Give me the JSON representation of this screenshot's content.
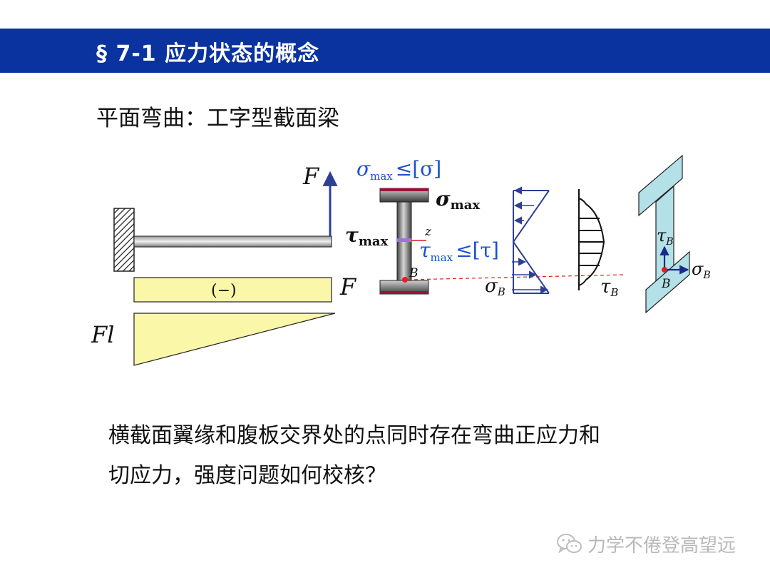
{
  "header": {
    "title": "§ 7-1 应力状态的概念",
    "color": "#0a33a0"
  },
  "subtitle": "平面弯曲：工字型截面梁",
  "diagram": {
    "force_label": "F",
    "shear_sign_label": "(−)",
    "shear_value_label": "F",
    "moment_value_label": "Fl",
    "condition_sigma": {
      "symbol": "σ",
      "subscript": "max",
      "relation": "≤[σ]"
    },
    "sigma_max": {
      "symbol": "σ",
      "subscript": "max"
    },
    "tau_max": {
      "symbol": "τ",
      "subscript": "max"
    },
    "condition_tau": {
      "symbol": "τ",
      "subscript": "max",
      "relation": "≤[τ]"
    },
    "axis_z_label": "z",
    "point_B_label": "B",
    "sigma_B": {
      "symbol": "σ",
      "subscript": "B"
    },
    "tau_B": {
      "symbol": "τ",
      "subscript": "B"
    },
    "element_tau_B": {
      "symbol": "τ",
      "subscript": "B"
    },
    "element_sigma_B": {
      "symbol": "σ",
      "subscript": "B"
    },
    "element_point_label": "B",
    "colors": {
      "stress_blue": "#2e3f95",
      "label_blue": "#1d4fd1",
      "flange_red": "#a0103a",
      "diagram_yellow": "#fbf7a8",
      "element_fill": "#b4e0e8",
      "dashed_red": "#e02020"
    }
  },
  "body": {
    "line1": "横截面翼缘和腹板交界处的点同时存在弯曲正应力和",
    "line2": "切应力，强度问题如何校核？"
  },
  "watermark": {
    "icon": "wechat-icon",
    "text": "力学不倦登高望远"
  }
}
